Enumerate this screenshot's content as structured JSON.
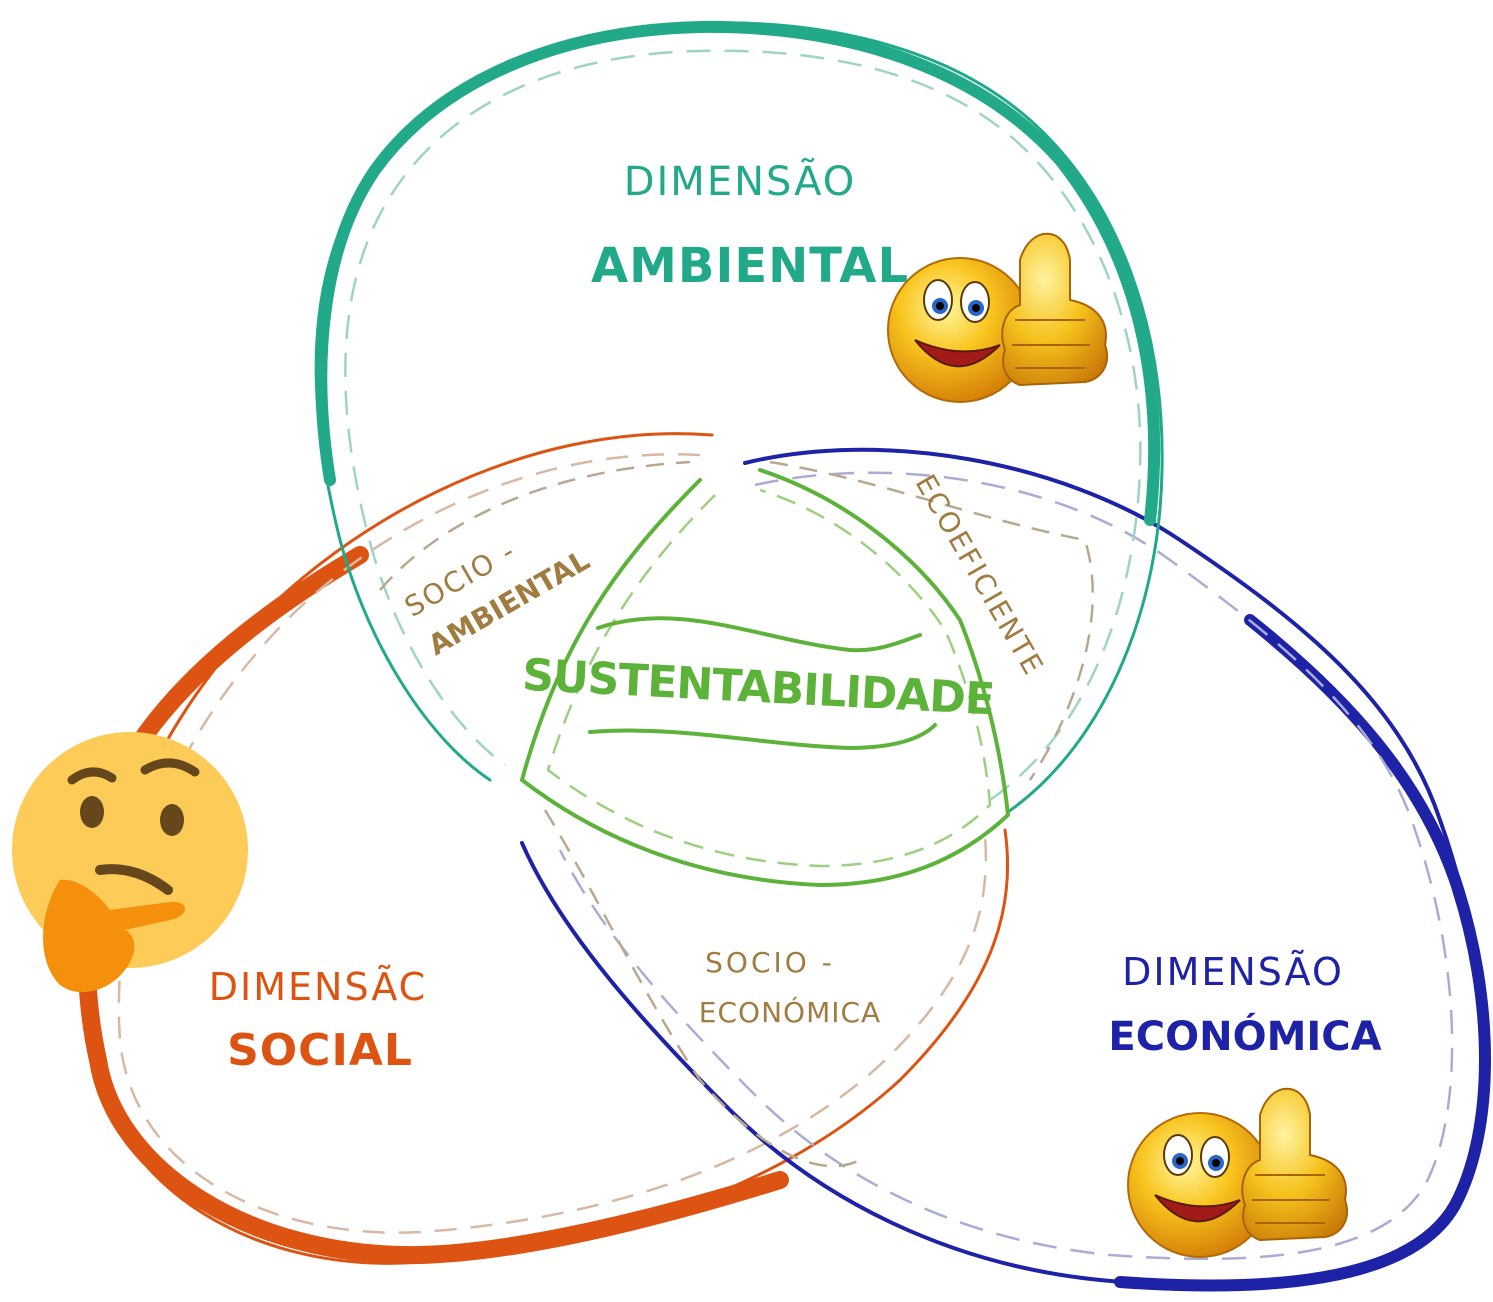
{
  "colors": {
    "ambiental": "#21a98a",
    "social": "#dd5412",
    "economica": "#1e22a6",
    "sustentabilidade": "#5db33a",
    "overlap_text": "#a07c41",
    "overlap_dash": "#b9a78f"
  },
  "ambiental": {
    "line1": "DIMENSÃO",
    "line2": "AMBIENTAL"
  },
  "social": {
    "line1": "DIMENSÃC",
    "line2": "SOCIAL"
  },
  "economica": {
    "line1": "DIMENSÃO",
    "line2": "ECONÓMICA"
  },
  "socio_ambiental": {
    "line1": "SOCIO -",
    "line2": "AMBIENTAL"
  },
  "ecoeficiente": {
    "label": "ECOEFICIENTE"
  },
  "socio_economica": {
    "line1": "SOCIO -",
    "line2": "ECONÓMICA"
  },
  "center": {
    "label": "SUSTENTABILIDADE"
  },
  "icons": {
    "thumbs_up_top": "thumbs-up-smiley-icon",
    "thumbs_up_bottom": "thumbs-up-smiley-icon",
    "thinking": "thinking-face-icon"
  }
}
